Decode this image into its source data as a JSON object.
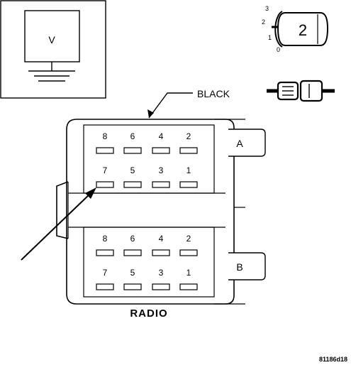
{
  "meter": {
    "label": "V"
  },
  "switch_icon": {
    "positions": [
      "3",
      "2",
      "1",
      "0"
    ],
    "knob_value": "2"
  },
  "connector": {
    "wire_color_label": "BLACK",
    "caption": "RADIO",
    "half_labels": [
      "A",
      "B"
    ],
    "rows": [
      [
        "8",
        "6",
        "4",
        "2"
      ],
      [
        "7",
        "5",
        "3",
        "1"
      ],
      [
        "8",
        "6",
        "4",
        "2"
      ],
      [
        "7",
        "5",
        "3",
        "1"
      ]
    ]
  },
  "figure_id": "81186d18"
}
